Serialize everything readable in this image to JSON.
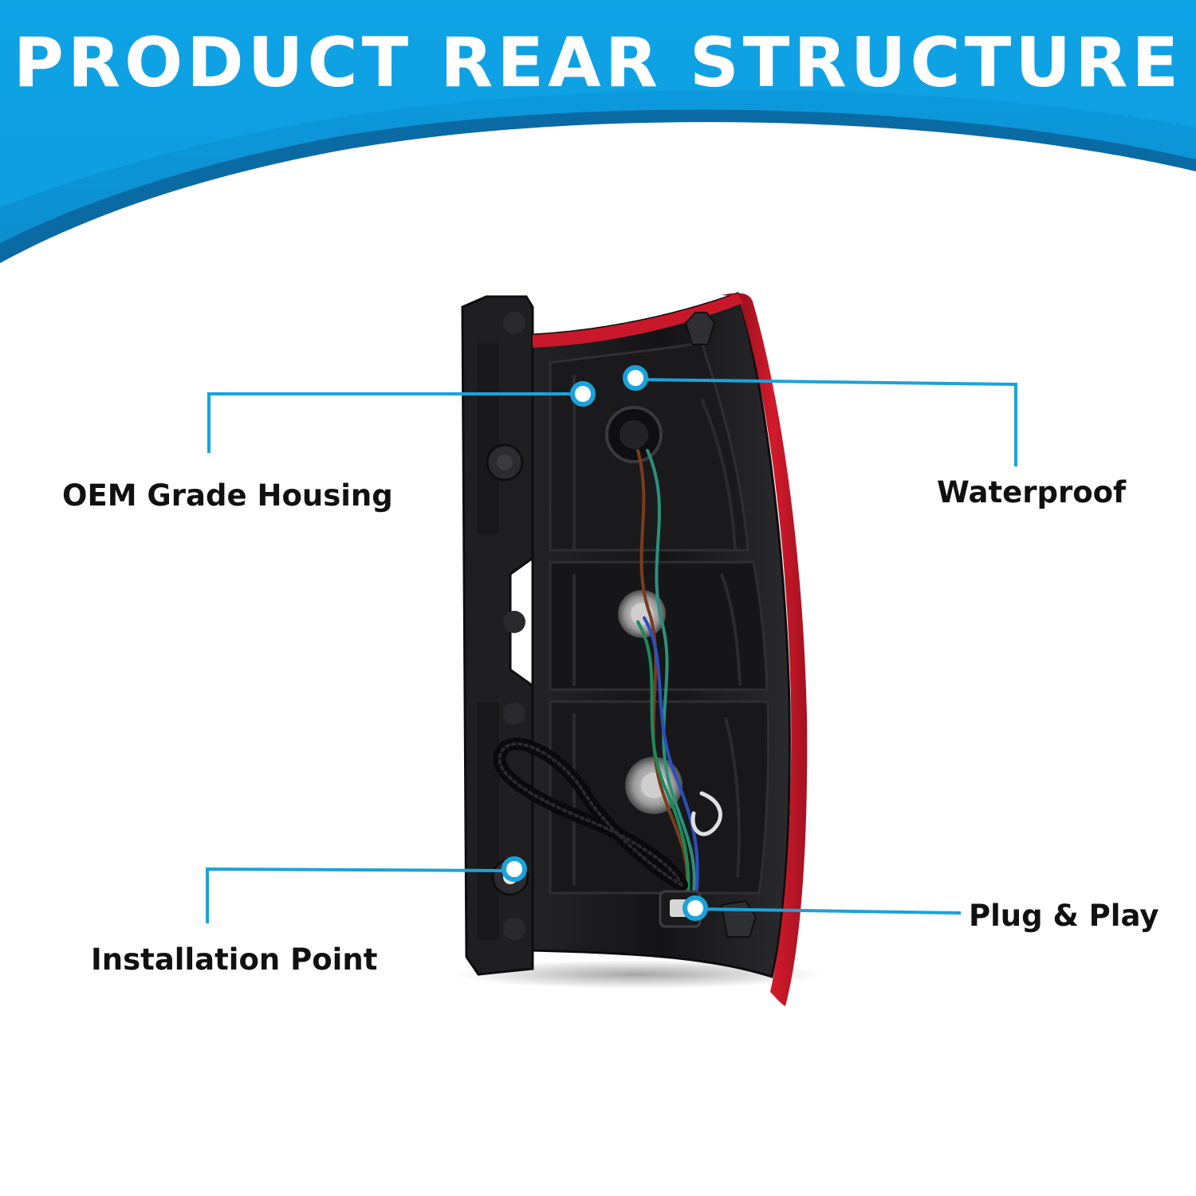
{
  "banner": {
    "title": "PRODUCT REAR STRUCTURE"
  },
  "callouts": {
    "housing": "OEM Grade Housing",
    "waterproof": "Waterproof",
    "installation": "Installation Point",
    "plug": "Plug & Play"
  },
  "colors": {
    "banner_blue": "#0e9fe0",
    "banner_shadow": "#0b6fa8",
    "callout_line": "#1aa3db",
    "lens_red": "#c8182a",
    "housing_dark": "#1b1b1d"
  }
}
